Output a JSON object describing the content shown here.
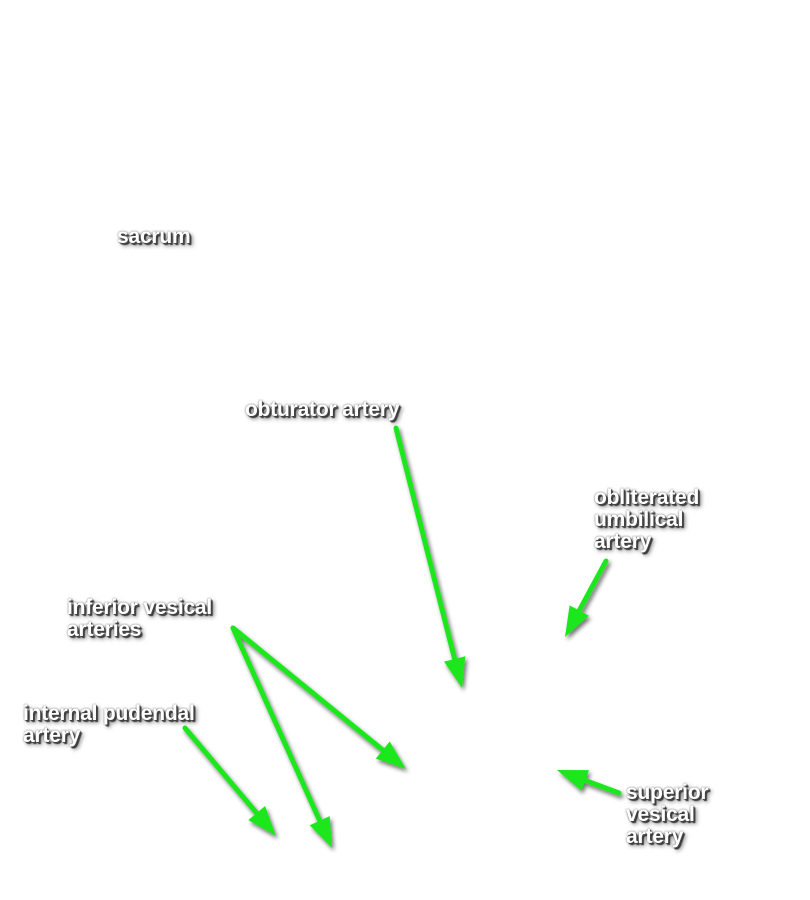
{
  "diagram": {
    "arrow_color": "#1ee61e",
    "labels": {
      "sacrum": [
        "sacrum"
      ],
      "obturator_artery": [
        "obturator artery"
      ],
      "obliterated_umbilical_artery": [
        "obliterated",
        "umbilical",
        "artery"
      ],
      "inferior_vesical_arteries": [
        "inferior vesical",
        "arteries"
      ],
      "internal_pudendal_artery": [
        "internal pudendal",
        "artery"
      ],
      "superior_vesical_artery": [
        "superior",
        "vesical",
        "artery"
      ]
    }
  }
}
